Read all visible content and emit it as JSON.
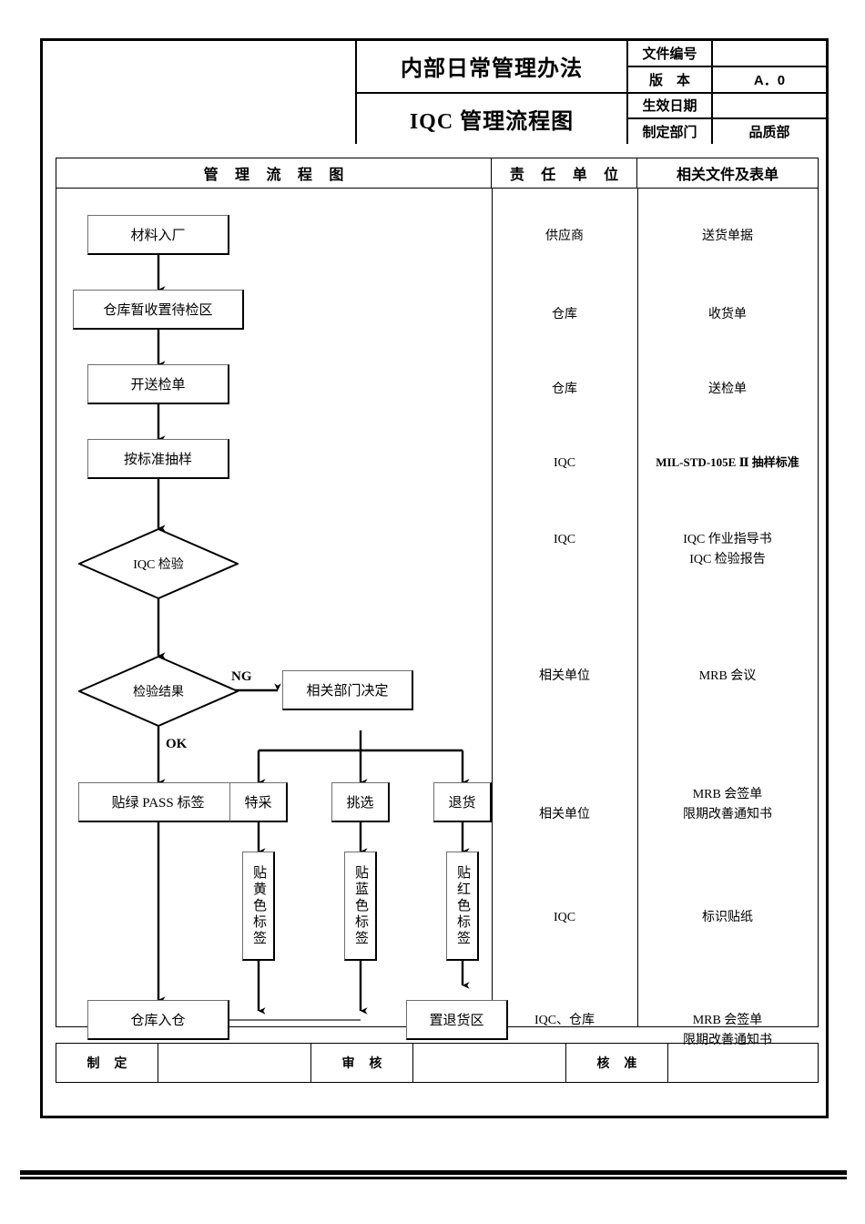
{
  "header": {
    "title_main": "内部日常管理办法",
    "title_sub": "IQC 管理流程图",
    "fields": [
      {
        "label": "文件编号",
        "value": ""
      },
      {
        "label": "版　本",
        "value": "A．0"
      },
      {
        "label": "生效日期",
        "value": ""
      },
      {
        "label": "制定部门",
        "value": "品质部"
      }
    ]
  },
  "table": {
    "columns": [
      "管 理 流 程 图",
      "责 任 单 位",
      "相关文件及表单"
    ]
  },
  "flow": {
    "nodes": [
      {
        "id": "n1",
        "type": "process",
        "text": "材料入厂"
      },
      {
        "id": "n2",
        "type": "process",
        "text": "仓库暂收置待检区"
      },
      {
        "id": "n3",
        "type": "process",
        "text": "开送检单"
      },
      {
        "id": "n4",
        "type": "process",
        "text": "按标准抽样"
      },
      {
        "id": "n5",
        "type": "decision",
        "text": "IQC 检验"
      },
      {
        "id": "n6",
        "type": "decision",
        "text": "检验结果"
      },
      {
        "id": "n7",
        "type": "process",
        "text": "相关部门决定"
      },
      {
        "id": "n8",
        "type": "process",
        "text": "贴绿 PASS 标签"
      },
      {
        "id": "n9",
        "type": "process",
        "text": "特采"
      },
      {
        "id": "n10",
        "type": "process",
        "text": "挑选"
      },
      {
        "id": "n11",
        "type": "process",
        "text": "退货"
      },
      {
        "id": "n12",
        "type": "process-vertical",
        "text": "贴黄色标签"
      },
      {
        "id": "n13",
        "type": "process-vertical",
        "text": "贴蓝色标签"
      },
      {
        "id": "n14",
        "type": "process-vertical",
        "text": "贴红色标签"
      },
      {
        "id": "n15",
        "type": "process",
        "text": "仓库入仓"
      },
      {
        "id": "n16",
        "type": "process",
        "text": "置退货区"
      }
    ],
    "edge_labels": {
      "ng": "NG",
      "ok": "OK"
    }
  },
  "rows": [
    {
      "owner": "供应商",
      "docs": [
        "送货单据"
      ]
    },
    {
      "owner": "仓库",
      "docs": [
        "收货单"
      ]
    },
    {
      "owner": "仓库",
      "docs": [
        "送检单"
      ]
    },
    {
      "owner": "IQC",
      "docs": [
        "MIL-STD-105E Ⅱ 抽样标准"
      ]
    },
    {
      "owner": "IQC",
      "docs": [
        "IQC 作业指导书",
        "IQC 检验报告"
      ]
    },
    {
      "owner": "相关单位",
      "docs": [
        "MRB 会议"
      ]
    },
    {
      "owner": "相关单位",
      "docs": [
        "MRB 会签单",
        "限期改善通知书"
      ]
    },
    {
      "owner": "IQC",
      "docs": [
        "标识贴纸"
      ]
    },
    {
      "owner": "IQC、仓库",
      "docs": [
        "MRB 会签单",
        "限期改善通知书"
      ]
    }
  ],
  "footer": {
    "cells": [
      {
        "label": "制 定",
        "value": ""
      },
      {
        "label": "审 核",
        "value": ""
      },
      {
        "label": "核 准",
        "value": ""
      }
    ]
  }
}
